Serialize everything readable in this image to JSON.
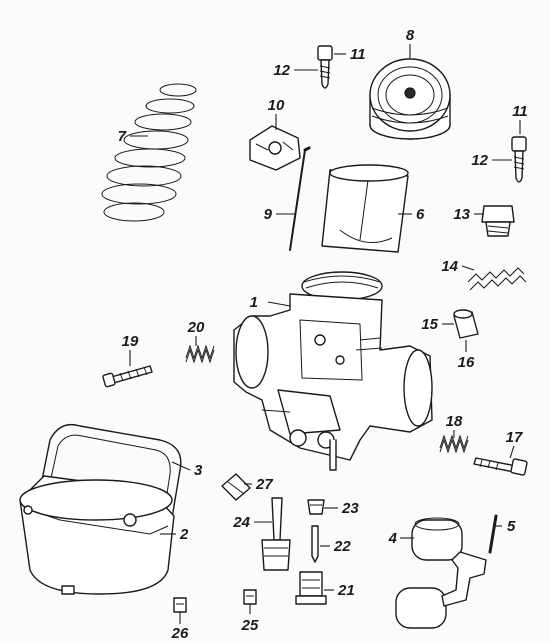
{
  "callouts": [
    {
      "id": "c1",
      "label": "1"
    },
    {
      "id": "c2",
      "label": "2"
    },
    {
      "id": "c3",
      "label": "3"
    },
    {
      "id": "c4",
      "label": "4"
    },
    {
      "id": "c5",
      "label": "5"
    },
    {
      "id": "c6",
      "label": "6"
    },
    {
      "id": "c7",
      "label": "7"
    },
    {
      "id": "c8",
      "label": "8"
    },
    {
      "id": "c9",
      "label": "9"
    },
    {
      "id": "c10",
      "label": "10"
    },
    {
      "id": "c11a",
      "label": "11"
    },
    {
      "id": "c11b",
      "label": "11"
    },
    {
      "id": "c12a",
      "label": "12"
    },
    {
      "id": "c12b",
      "label": "12"
    },
    {
      "id": "c13",
      "label": "13"
    },
    {
      "id": "c14",
      "label": "14"
    },
    {
      "id": "c15",
      "label": "15"
    },
    {
      "id": "c16",
      "label": "16"
    },
    {
      "id": "c17",
      "label": "17"
    },
    {
      "id": "c18",
      "label": "18"
    },
    {
      "id": "c19",
      "label": "19"
    },
    {
      "id": "c20",
      "label": "20"
    },
    {
      "id": "c21",
      "label": "21"
    },
    {
      "id": "c22",
      "label": "22"
    },
    {
      "id": "c23",
      "label": "23"
    },
    {
      "id": "c24",
      "label": "24"
    },
    {
      "id": "c25",
      "label": "25"
    },
    {
      "id": "c26",
      "label": "26"
    },
    {
      "id": "c27",
      "label": "27"
    }
  ]
}
